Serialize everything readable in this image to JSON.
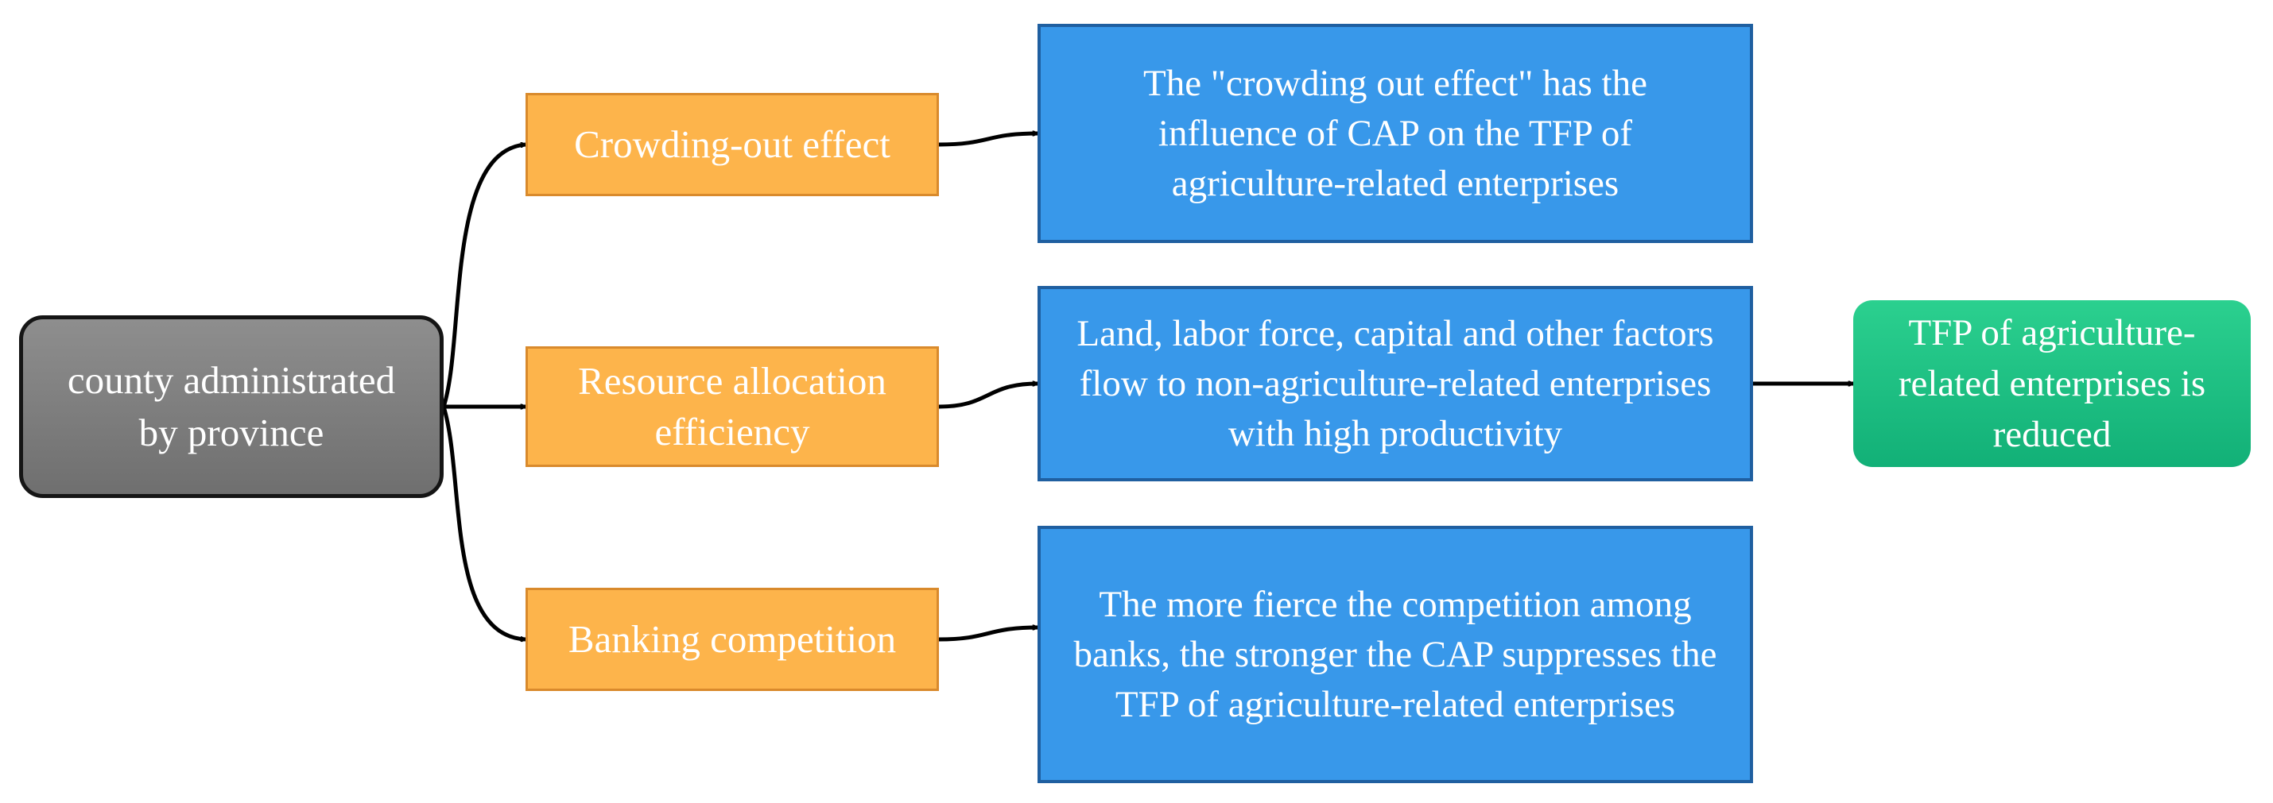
{
  "diagram": {
    "root": {
      "label": "county administrated by province"
    },
    "mechanisms": [
      {
        "label": "Crowding-out effect"
      },
      {
        "label": "Resource allocation efficiency"
      },
      {
        "label": "Banking competition"
      }
    ],
    "descriptions": [
      {
        "text": "The \"crowding out effect\" has the influence of CAP on the TFP of agriculture-related enterprises"
      },
      {
        "text": "Land, labor force, capital and other factors flow to non-agriculture-related enterprises with high productivity"
      },
      {
        "text": "The more fierce the competition among banks, the stronger the CAP suppresses the TFP of agriculture-related enterprises"
      }
    ],
    "result": {
      "label": "TFP of agriculture-related enterprises is reduced"
    },
    "colors": {
      "root_fill": "#7f7f7f",
      "mechanism_fill": "#fdb44b",
      "description_fill": "#3898ea",
      "result_fill": "#1dbf82",
      "arrow": "#000000"
    }
  }
}
